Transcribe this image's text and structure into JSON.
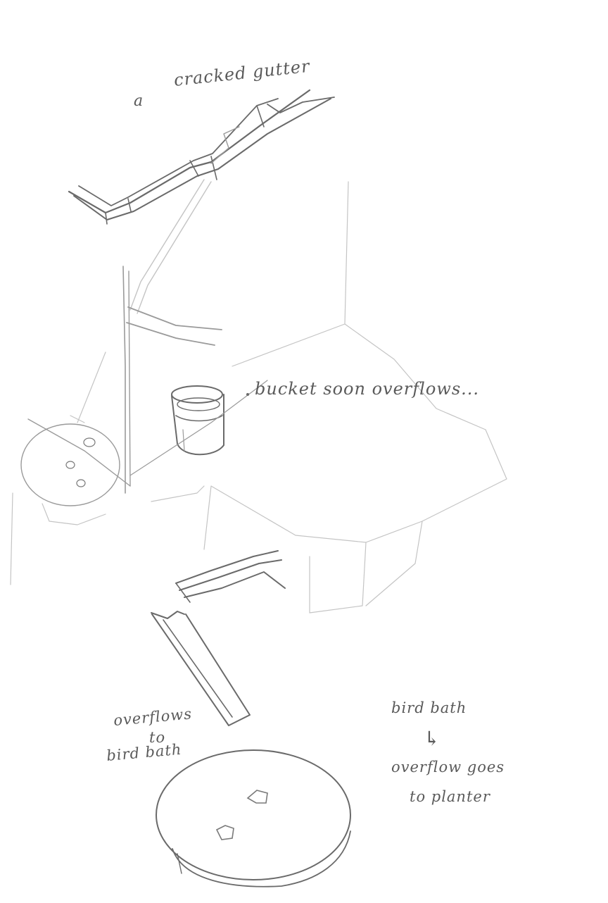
{
  "annotations": {
    "top_marker": "a",
    "gutter": "cracked gutter",
    "bucket": "bucket soon overflows...",
    "birdbath_left_1": "overflows",
    "birdbath_left_2": "to",
    "birdbath_left_3": "bird bath",
    "right_1": "bird bath",
    "right_arrow": "↳",
    "right_2": "overflow goes",
    "right_3": "to planter"
  },
  "colors": {
    "ink": "#5a5a5a",
    "pencil_light": "#c4c4c4",
    "paper": "#ffffff"
  }
}
